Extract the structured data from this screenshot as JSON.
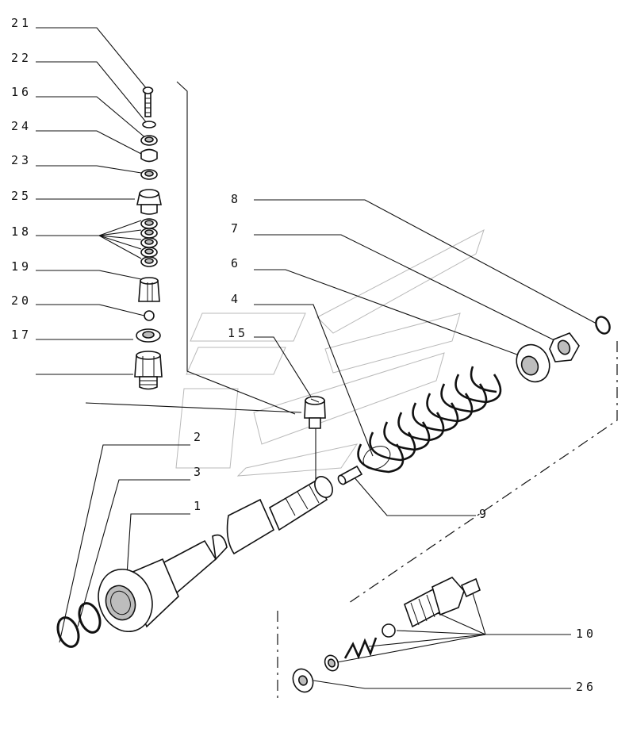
{
  "callouts": [
    {
      "id": "21",
      "text": "21"
    },
    {
      "id": "22",
      "text": "22"
    },
    {
      "id": "16",
      "text": "16"
    },
    {
      "id": "24",
      "text": "24"
    },
    {
      "id": "23",
      "text": "23"
    },
    {
      "id": "25",
      "text": "25"
    },
    {
      "id": "18",
      "text": "18"
    },
    {
      "id": "19",
      "text": "19"
    },
    {
      "id": "20",
      "text": "20"
    },
    {
      "id": "17",
      "text": "17"
    },
    {
      "id": "15",
      "text": "15"
    },
    {
      "id": "2",
      "text": "2"
    },
    {
      "id": "3",
      "text": "3"
    },
    {
      "id": "1",
      "text": "1"
    },
    {
      "id": "8",
      "text": "8"
    },
    {
      "id": "7",
      "text": "7"
    },
    {
      "id": "6",
      "text": "6"
    },
    {
      "id": "4",
      "text": "4"
    },
    {
      "id": "9",
      "text": "9"
    },
    {
      "id": "10",
      "text": "10"
    },
    {
      "id": "26",
      "text": "26"
    }
  ],
  "colors": {
    "ink": "#111111",
    "watermark": "#b9b9b9",
    "shade": "#bdbdbd",
    "background": "#ffffff"
  }
}
